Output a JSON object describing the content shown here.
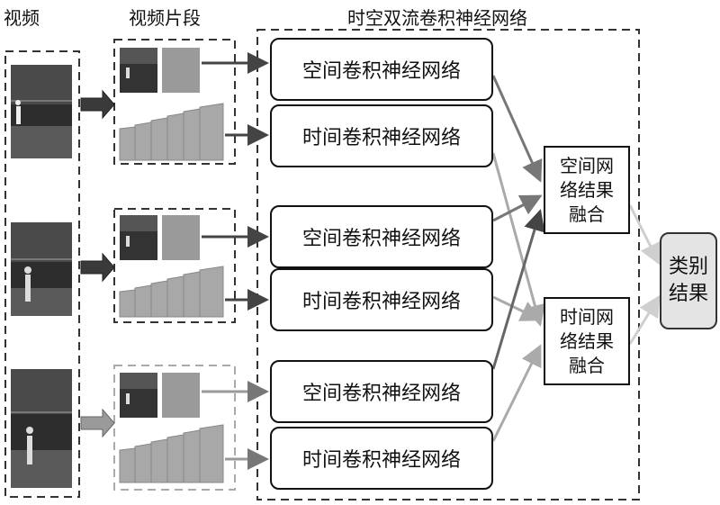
{
  "headers": {
    "video": "视频",
    "clips": "视频片段",
    "two_stream": "时空双流卷积神经网络"
  },
  "streams": [
    {
      "spatial": "空间卷积神经网络",
      "temporal": "时间卷积神经网络",
      "shade": "#444444"
    },
    {
      "spatial": "空间卷积神经网络",
      "temporal": "时间卷积神经网络",
      "shade": "#555555"
    },
    {
      "spatial": "空间卷积神经网络",
      "temporal": "时间卷积神经网络",
      "shade": "#999999"
    }
  ],
  "fusion": {
    "spatial": [
      "空间网",
      "络结果",
      "融合"
    ],
    "temporal": [
      "时间网",
      "络结果",
      "融合"
    ]
  },
  "classification": [
    "类别",
    "结果"
  ],
  "colors": {
    "frame_dark": "#3a3a3a",
    "frame_mid": "#9a9a9a",
    "result_fill": "#e4e4e4"
  }
}
